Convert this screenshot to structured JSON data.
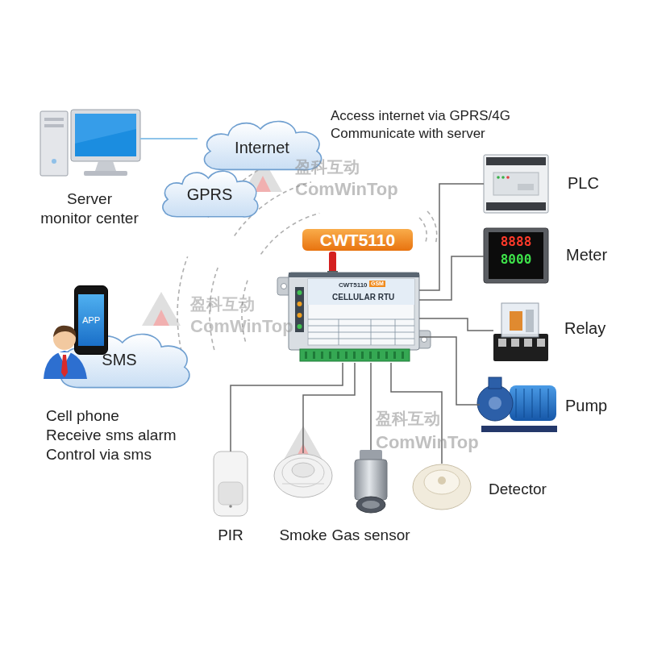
{
  "diagram": {
    "nodes": [
      {
        "text": [
          "Server",
          "monitor center"
        ]
      },
      {
        "text": [
          "Internet"
        ]
      },
      {
        "text": [
          "GPRS"
        ]
      },
      {
        "text": [
          "PLC"
        ]
      },
      {
        "text": [
          "Meter",
          "8888",
          "8000"
        ]
      },
      {
        "text": [
          "CWT5110",
          "GSM",
          "CELLULAR RTU"
        ]
      },
      {
        "text": [
          "APP"
        ]
      },
      {
        "text": [
          "Relay"
        ]
      },
      {
        "text": [
          "SMS"
        ]
      },
      {
        "text": [
          "Pump"
        ]
      },
      {
        "text": [
          "PIR"
        ]
      },
      {
        "text": [
          "Smoke"
        ]
      },
      {
        "text": [
          "Gas sensor"
        ]
      },
      {
        "text": [
          "Detector"
        ]
      }
    ],
    "edges": [
      {
        "from": 0,
        "to": 1,
        "arrow": "none"
      },
      {
        "from": 5,
        "to": 3,
        "arrow": "none"
      },
      {
        "from": 5,
        "to": 4,
        "arrow": "none"
      },
      {
        "from": 5,
        "to": 7,
        "arrow": "none"
      },
      {
        "from": 5,
        "to": 9,
        "arrow": "none"
      },
      {
        "from": 5,
        "to": 10,
        "arrow": "none"
      },
      {
        "from": 5,
        "to": 11,
        "arrow": "none"
      },
      {
        "from": 5,
        "to": 12,
        "arrow": "none"
      },
      {
        "from": 5,
        "to": 13,
        "arrow": "none"
      }
    ],
    "labels": [
      "Access internet via GPRS/4G",
      "Communicate with server",
      "盈科互动",
      "ComWinTop",
      "CWT5110",
      "盈科互动",
      "ComWinTop",
      "Cell phone",
      "Receive sms alarm",
      "Control via sms",
      "盈科互动",
      "ComWinTop"
    ]
  }
}
